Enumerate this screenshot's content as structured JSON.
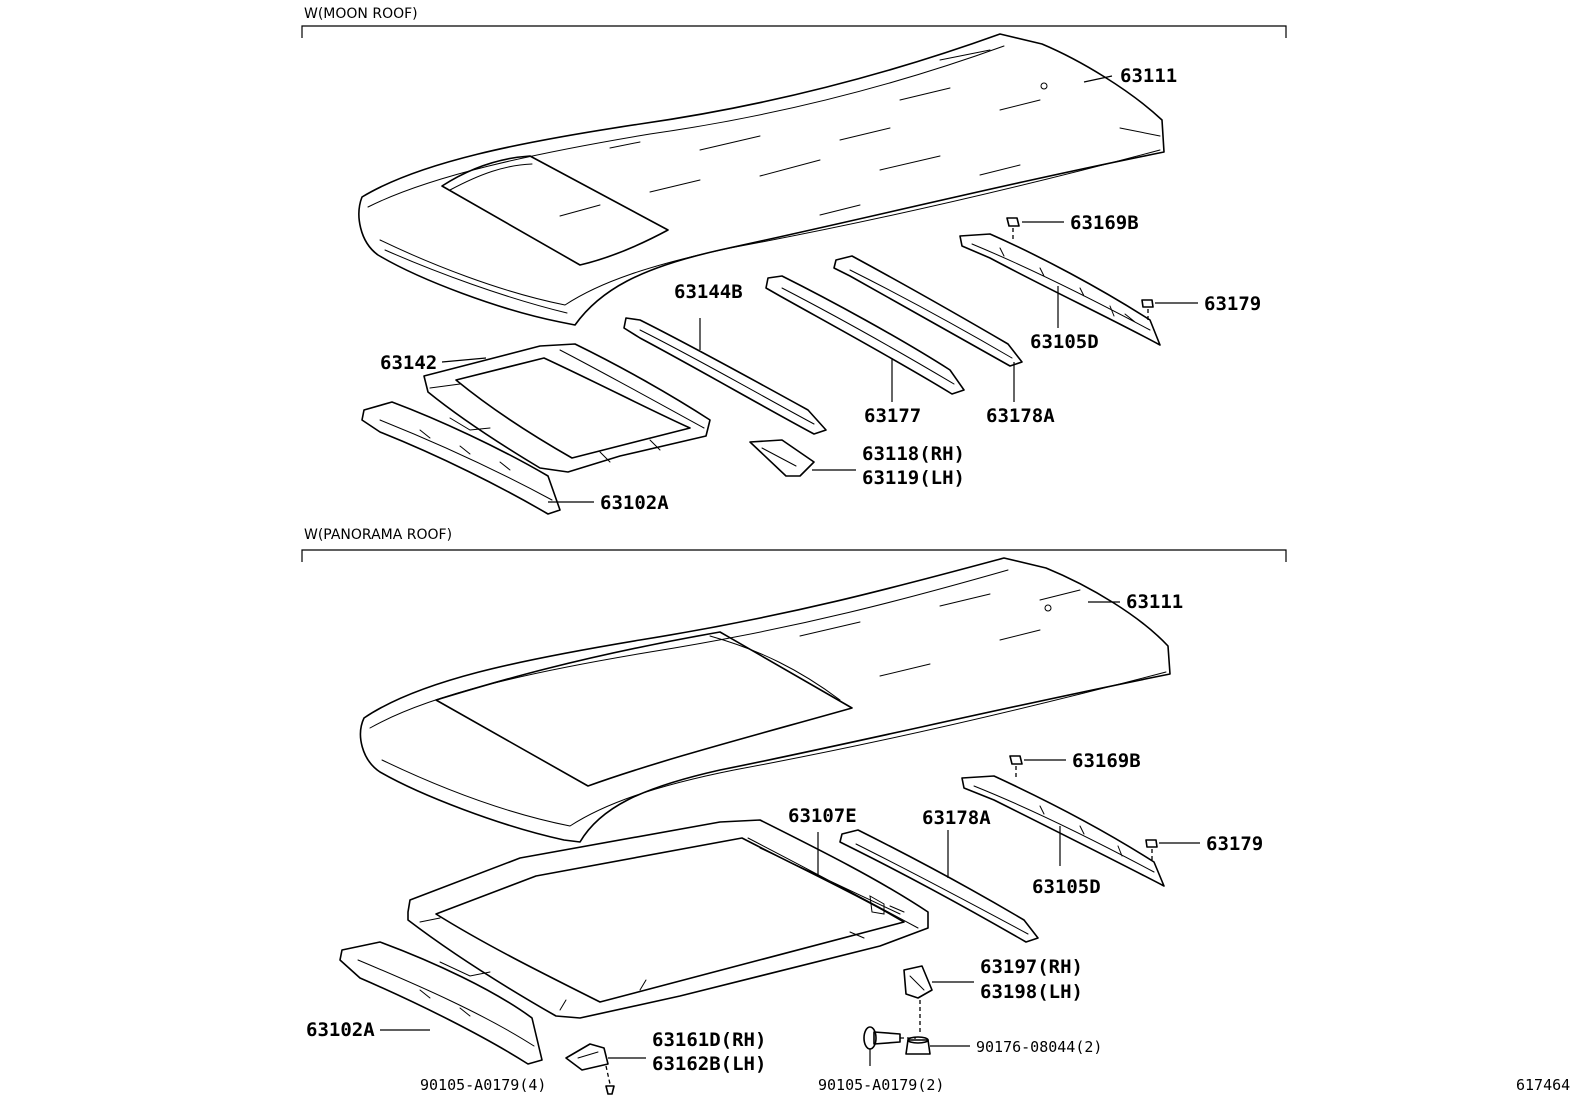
{
  "sections": {
    "moon": {
      "title": "W(MOON ROOF)"
    },
    "panorama": {
      "title": "W(PANORAMA ROOF)"
    }
  },
  "labels": {
    "m_63111": "63111",
    "m_63169b": "63169B",
    "m_63179": "63179",
    "m_63144b": "63144B",
    "m_63105d": "63105D",
    "m_63142": "63142",
    "m_63177": "63177",
    "m_63178a": "63178A",
    "m_63118": "63118(RH)",
    "m_63119": "63119(LH)",
    "m_63102a": "63102A",
    "p_63111": "63111",
    "p_63169b": "63169B",
    "p_63107e": "63107E",
    "p_63178a": "63178A",
    "p_63179": "63179",
    "p_63105d": "63105D",
    "p_63197": "63197(RH)",
    "p_63198": "63198(LH)",
    "p_63102a": "63102A",
    "p_63161d": "63161D(RH)",
    "p_63162b": "63162B(LH)",
    "p_90176": "90176-08044(2)",
    "p_90105_4": "90105-A0179(4)",
    "p_90105_2": "90105-A0179(2)"
  },
  "figure_id": "617464"
}
